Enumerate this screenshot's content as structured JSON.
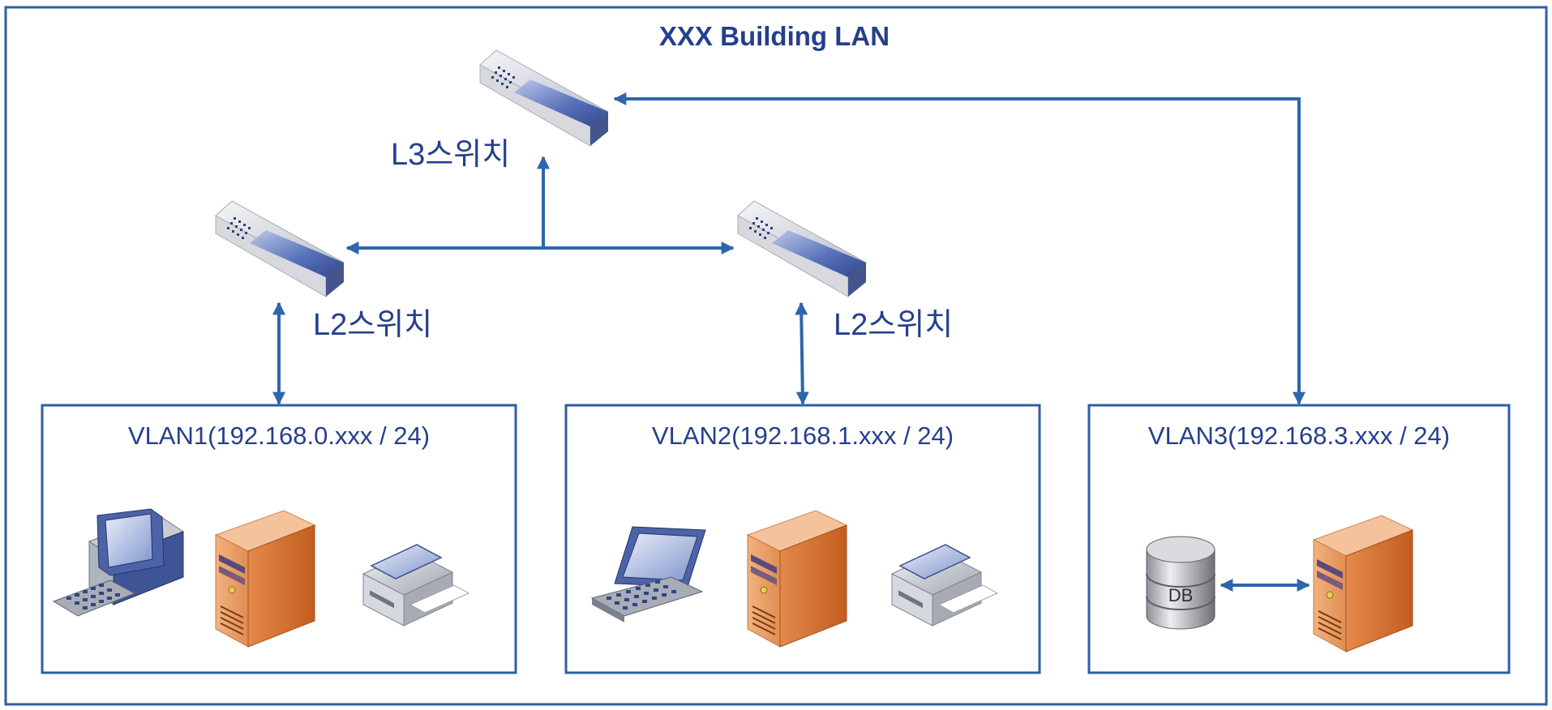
{
  "title": "XXX Building LAN",
  "switches": {
    "l3": {
      "label": "L3스위치"
    },
    "l2_left": {
      "label": "L2스위치"
    },
    "l2_right": {
      "label": "L2스위치"
    }
  },
  "vlans": [
    {
      "label": "VLAN1(192.168.0.xxx / 24)",
      "devices": [
        "desktop-computer",
        "server-tower",
        "printer"
      ]
    },
    {
      "label": "VLAN2(192.168.1.xxx / 24)",
      "devices": [
        "laptop",
        "server-tower",
        "printer"
      ]
    },
    {
      "label": "VLAN3(192.168.3.xxx / 24)",
      "devices": [
        "database",
        "server-tower"
      ]
    }
  ],
  "database_label": "DB",
  "colors": {
    "frame": "#2e5fa3",
    "arrow": "#2e66ad",
    "text": "#253f8c",
    "server": "#d06b2c"
  }
}
